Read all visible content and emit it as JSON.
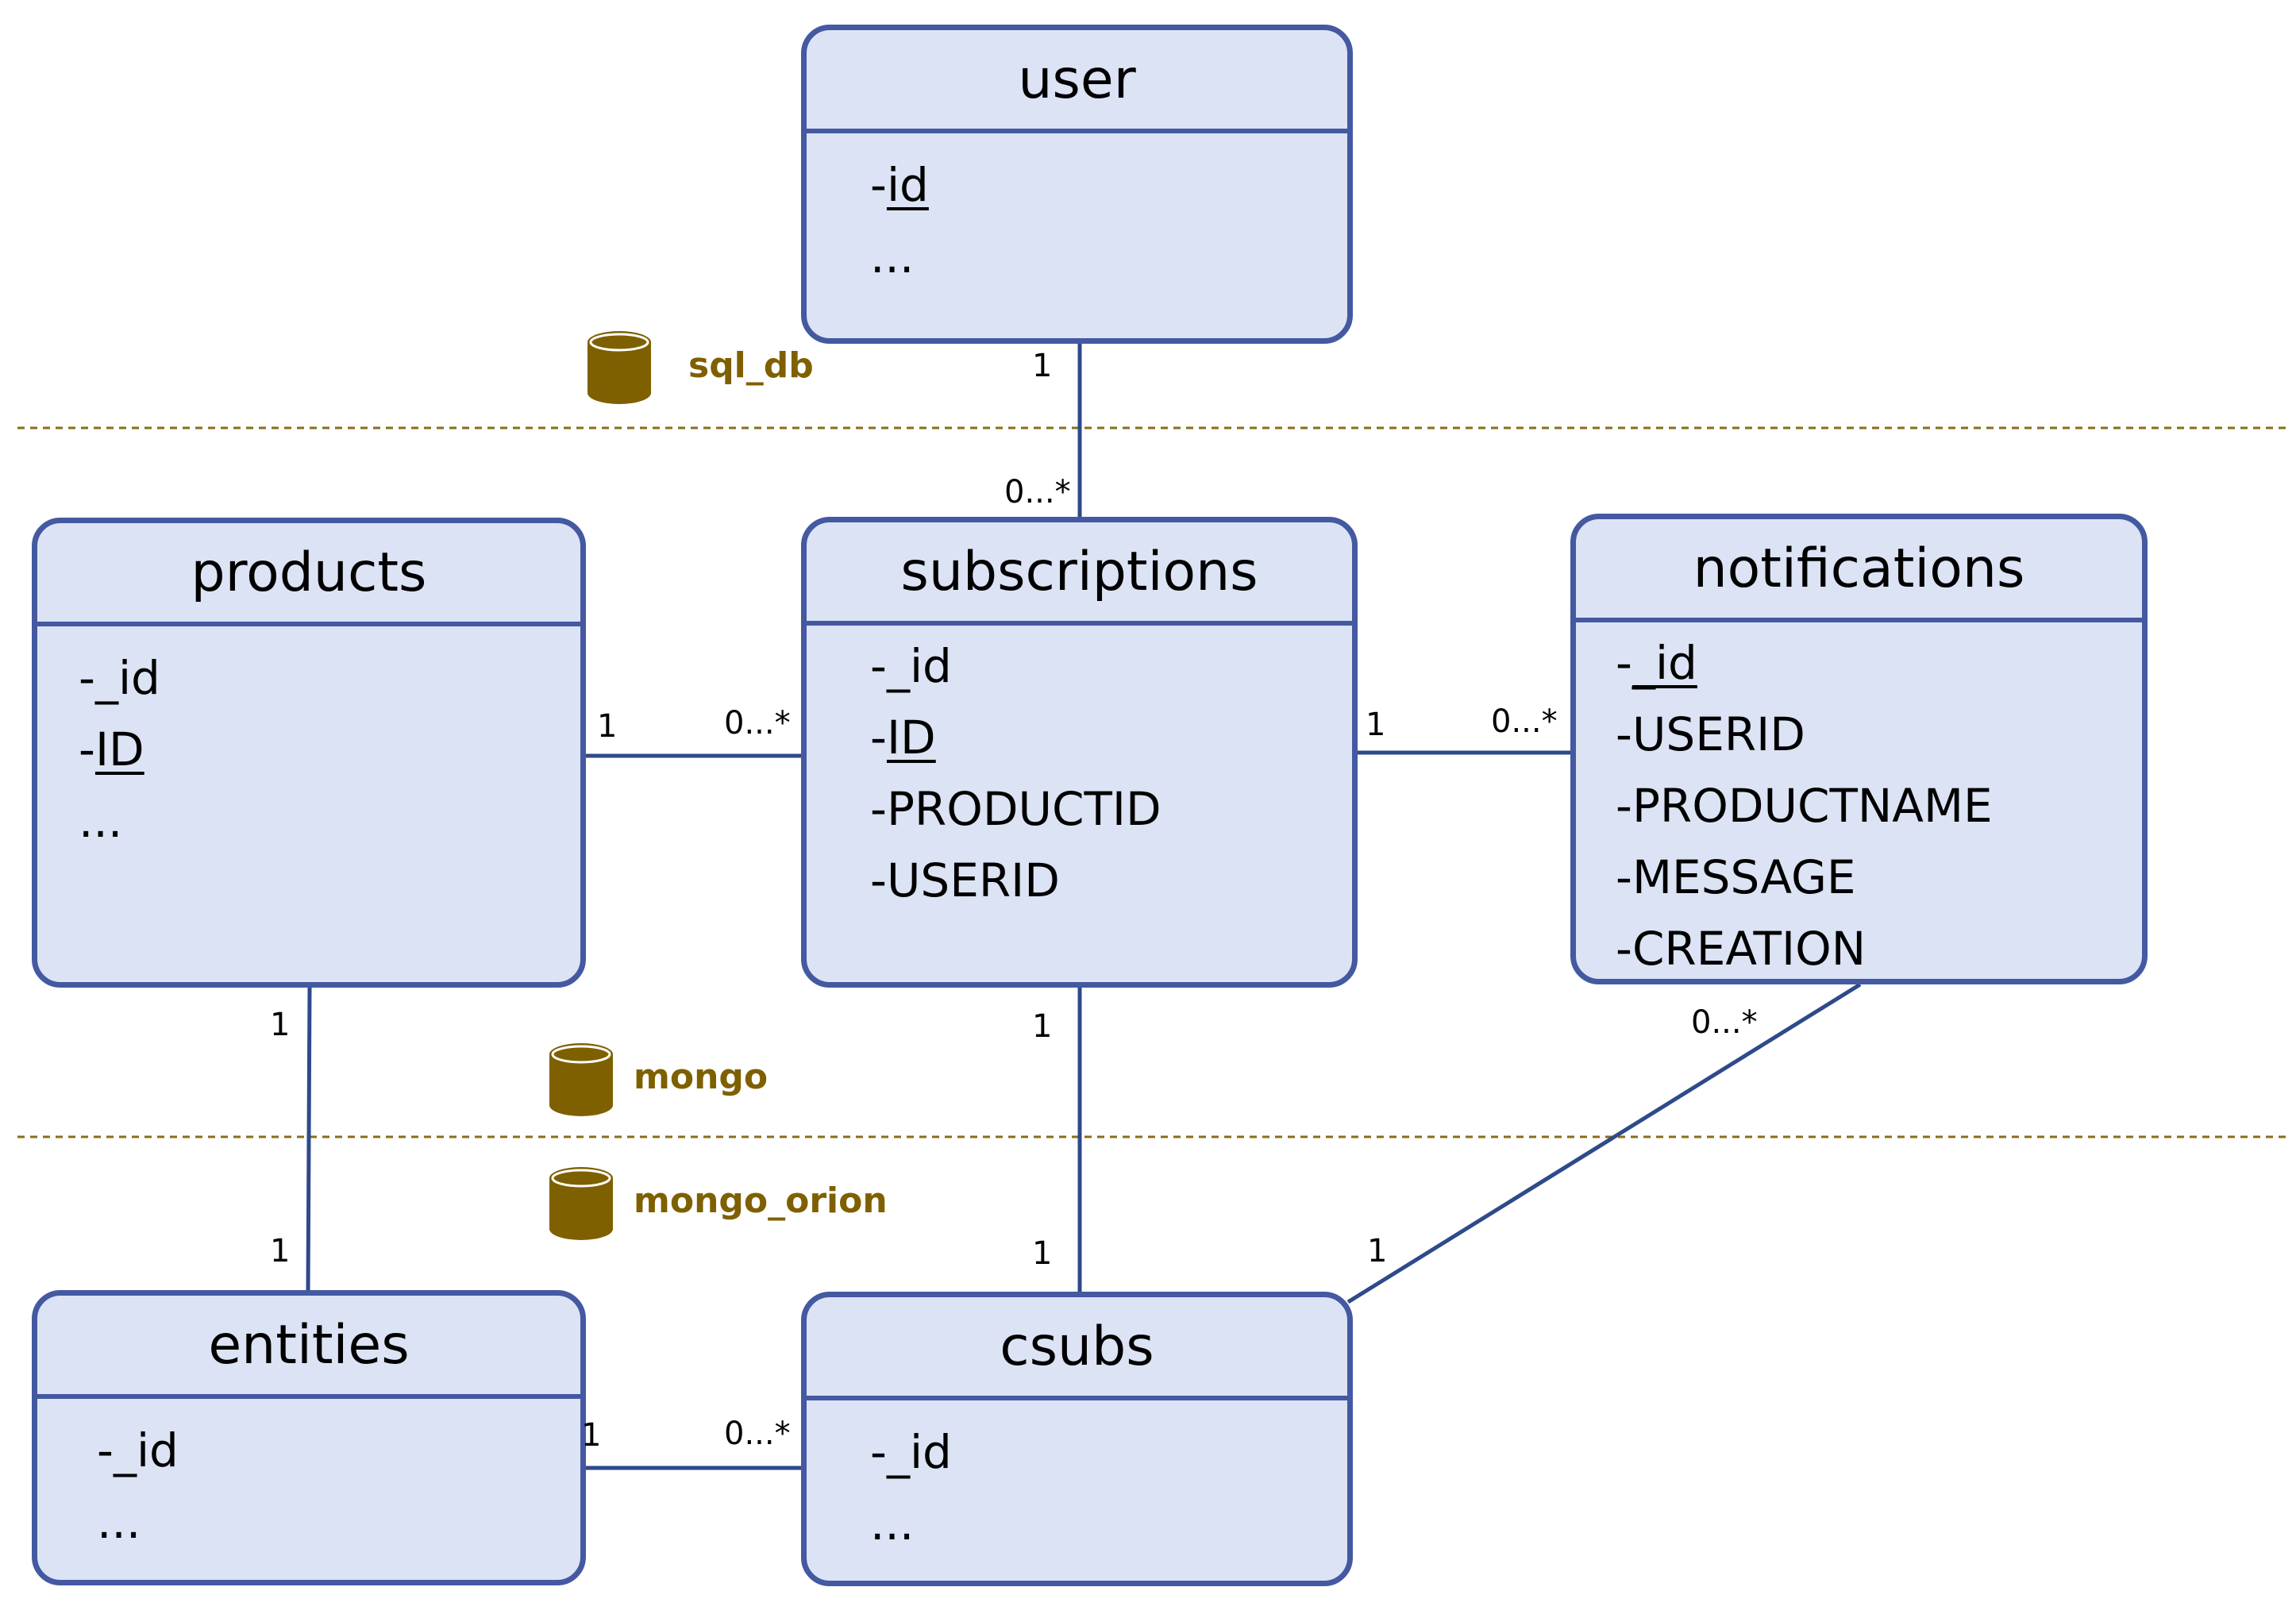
{
  "colors": {
    "box_fill": "#dce3f4",
    "box_border": "#4459a1",
    "line": "#2e4a8a",
    "db_icon": "#7f6000",
    "separator": "#8a6d1a"
  },
  "databases": [
    {
      "label": "sql_db",
      "icon": "database-cylinder-icon"
    },
    {
      "label": "mongo",
      "icon": "database-cylinder-icon"
    },
    {
      "label": "mongo_orion",
      "icon": "database-cylinder-icon"
    }
  ],
  "entities": {
    "user": {
      "title": "user",
      "fields": [
        {
          "prefix": "-",
          "name": "id",
          "underlined": true
        },
        {
          "prefix": "",
          "name": "...",
          "underlined": false
        }
      ]
    },
    "products": {
      "title": "products",
      "fields": [
        {
          "prefix": "-",
          "name": "_id",
          "underlined": false
        },
        {
          "prefix": "-",
          "name": "ID",
          "underlined": true
        },
        {
          "prefix": "",
          "name": "...",
          "underlined": false
        }
      ]
    },
    "subscriptions": {
      "title": "subscriptions",
      "fields": [
        {
          "prefix": "-",
          "name": "_id",
          "underlined": false
        },
        {
          "prefix": "-",
          "name": "ID",
          "underlined": true
        },
        {
          "prefix": "-",
          "name": "PRODUCTID",
          "underlined": false
        },
        {
          "prefix": "-",
          "name": "USERID",
          "underlined": false
        }
      ]
    },
    "notifications": {
      "title": "notifications",
      "fields": [
        {
          "prefix": "-",
          "name": "_id",
          "underlined": true
        },
        {
          "prefix": "-",
          "name": "USERID",
          "underlined": false
        },
        {
          "prefix": "-",
          "name": "PRODUCTNAME",
          "underlined": false
        },
        {
          "prefix": "-",
          "name": "MESSAGE",
          "underlined": false
        },
        {
          "prefix": "-",
          "name": "CREATION",
          "underlined": false
        }
      ]
    },
    "entities": {
      "title": "entities",
      "fields": [
        {
          "prefix": "-",
          "name": "_id",
          "underlined": false
        },
        {
          "prefix": "",
          "name": "...",
          "underlined": false
        }
      ]
    },
    "csubs": {
      "title": "csubs",
      "fields": [
        {
          "prefix": "-",
          "name": "_id",
          "underlined": false
        },
        {
          "prefix": "",
          "name": "...",
          "underlined": false
        }
      ]
    }
  },
  "relations": [
    {
      "from": "user",
      "to": "subscriptions",
      "from_card": "1",
      "to_card": "0...*"
    },
    {
      "from": "products",
      "to": "subscriptions",
      "from_card": "1",
      "to_card": "0...*"
    },
    {
      "from": "subscriptions",
      "to": "notifications",
      "from_card": "1",
      "to_card": "0...*"
    },
    {
      "from": "products",
      "to": "entities",
      "from_card": "1",
      "to_card": "1"
    },
    {
      "from": "subscriptions",
      "to": "csubs",
      "from_card": "1",
      "to_card": "1"
    },
    {
      "from": "notifications",
      "to": "csubs",
      "from_card": "0...*",
      "to_card": "1"
    },
    {
      "from": "entities",
      "to": "csubs",
      "from_card": "1",
      "to_card": "0...*"
    }
  ]
}
